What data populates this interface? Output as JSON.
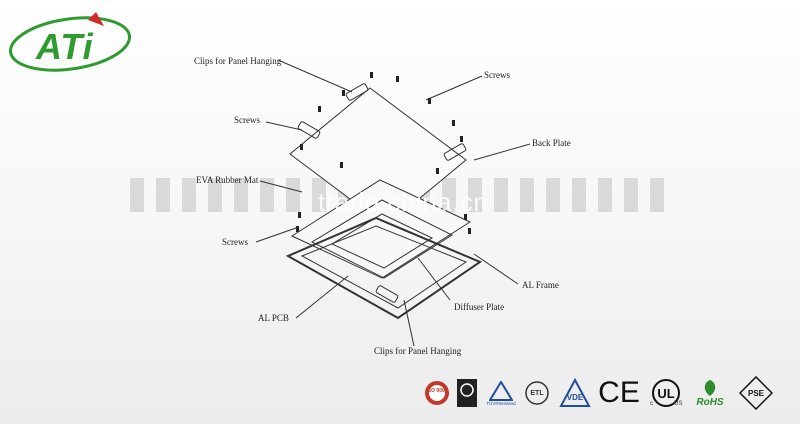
{
  "logo": {
    "text": "ATi",
    "colors": {
      "green": "#2e9b2e",
      "red": "#d42a2a"
    }
  },
  "watermark": {
    "text": "trade.china.cn"
  },
  "labels": {
    "clips_top": "Clips for Panel Hanging",
    "screws_top_right": "Screws",
    "screws_left": "Screws",
    "back_plate": "Back Plate",
    "eva_mat": "EVA Rubber Mat",
    "screws_bottom": "Screws",
    "al_frame": "AL Frame",
    "diffuser_plate": "Diffuser Plate",
    "al_pcb": "AL PCB",
    "clips_bottom": "Clips for Panel Hanging"
  },
  "certifications": {
    "iso_text": "ISO 9001",
    "tuv_text": "TÜVRheinland",
    "etl_text": "ETL",
    "ce_text": "CE",
    "ul_text": "UL",
    "ul_c": "c",
    "ul_us": "US",
    "rohs_text": "RoHS",
    "pse_text": "PSE",
    "icons": [
      "iso-9001-icon",
      "ccc-icon",
      "tuv-icon",
      "etl-icon",
      "vde-icon",
      "ce-icon",
      "ul-icon",
      "rohs-icon",
      "pse-icon"
    ]
  }
}
